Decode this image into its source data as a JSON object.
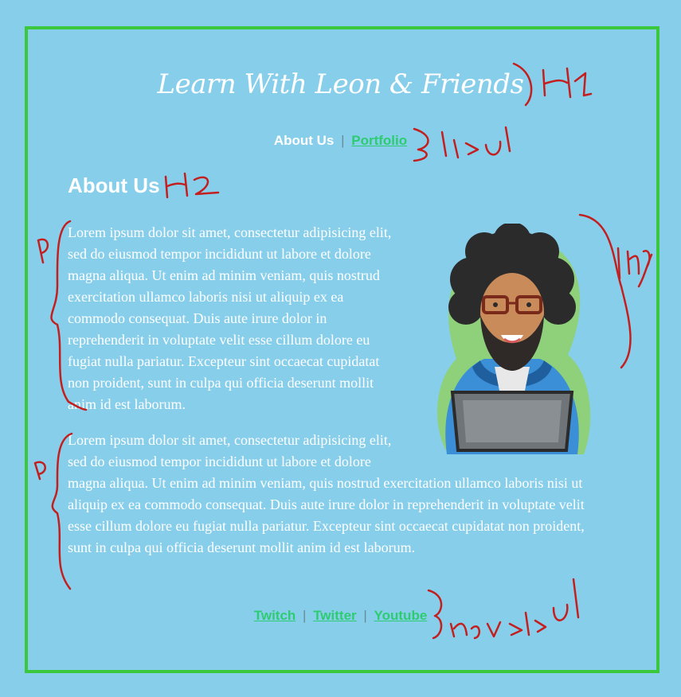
{
  "header": {
    "title": "Learn With Leon & Friends"
  },
  "top_nav": {
    "items": [
      {
        "label": "About Us",
        "current": true
      },
      {
        "label": "Portfolio",
        "current": false
      }
    ],
    "separator": "|"
  },
  "main": {
    "heading": "About Us",
    "paragraphs": [
      "Lorem ipsum dolor sit amet, consectetur adipisicing elit, sed do eiusmod tempor incididunt ut labore et dolore magna aliqua. Ut enim ad minim veniam, quis nostrud exercitation ullamco laboris nisi ut aliquip ex ea commodo consequat. Duis aute irure dolor in reprehenderit in voluptate velit esse cillum dolore eu fugiat nulla pariatur. Excepteur sint occaecat cupidatat non proident, sunt in culpa qui officia deserunt mollit anim id est laborum.",
      "Lorem ipsum dolor sit amet, consectetur adipisicing elit, sed do eiusmod tempor incididunt ut labore et dolore magna aliqua. Ut enim ad minim veniam, quis nostrud exercitation ullamco laboris nisi ut aliquip ex ea commodo consequat. Duis aute irure dolor in reprehenderit in voluptate velit esse cillum dolore eu fugiat nulla pariatur. Excepteur sint occaecat cupidatat non proident, sunt in culpa qui officia deserunt mollit anim id est laborum."
    ]
  },
  "footer_nav": {
    "items": [
      {
        "label": "Twitch"
      },
      {
        "label": "Twitter"
      },
      {
        "label": "Youtube"
      }
    ],
    "separator": "|"
  },
  "colors": {
    "background": "#87ceeb",
    "frame_border": "#3cc83c",
    "link": "#2ecc71",
    "text": "#ffffff",
    "annotation": "#c41f1f"
  },
  "icons": {
    "avatar": "cartoon-developer-avatar-icon"
  },
  "handwritten_annotations": [
    "H1",
    "li>ul",
    "H2",
    "img",
    "p",
    "p",
    "nav>li>ul"
  ]
}
